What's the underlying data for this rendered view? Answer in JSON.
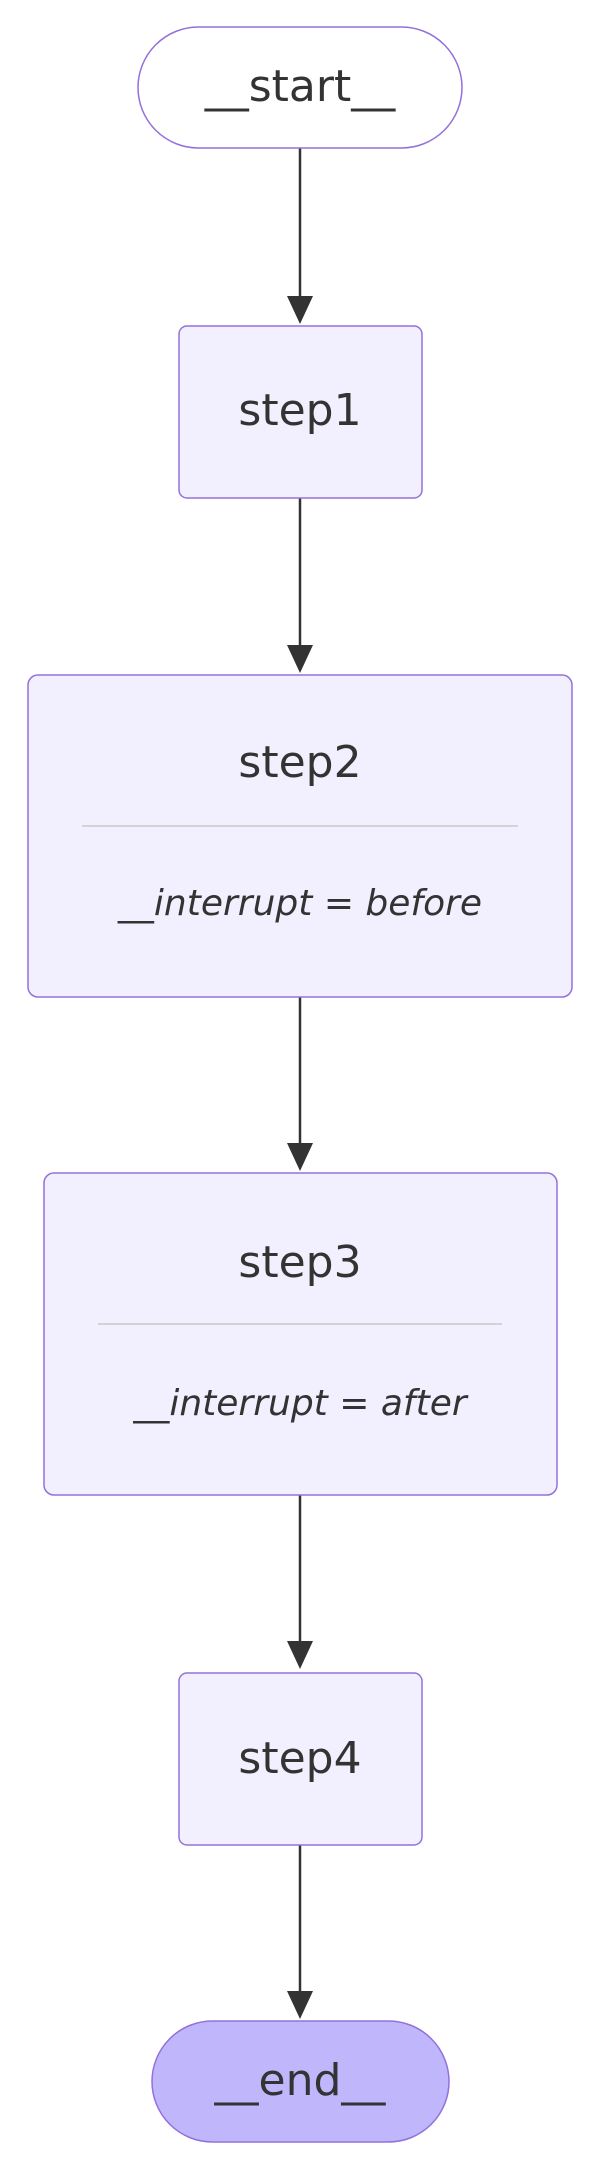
{
  "diagram": {
    "type": "flowchart",
    "orientation": "top-down",
    "colors": {
      "node_fill": "#f2f0ff",
      "node_stroke": "#9370db",
      "start_fill": "#ffffff",
      "end_fill": "#bfb6fc",
      "edge_color": "#333333",
      "text_color": "#333333",
      "divider_color": "#d3d3d3"
    },
    "nodes": {
      "start": {
        "label": "__start__",
        "shape": "stadium"
      },
      "step1": {
        "label": "step1",
        "shape": "rectangle"
      },
      "step2": {
        "label": "step2",
        "note": "__interrupt = before",
        "shape": "rectangle"
      },
      "step3": {
        "label": "step3",
        "note": "__interrupt = after",
        "shape": "rectangle"
      },
      "step4": {
        "label": "step4",
        "shape": "rectangle"
      },
      "end": {
        "label": "__end__",
        "shape": "stadium"
      }
    },
    "edges": [
      {
        "from": "__start__",
        "to": "step1"
      },
      {
        "from": "step1",
        "to": "step2"
      },
      {
        "from": "step2",
        "to": "step3"
      },
      {
        "from": "step3",
        "to": "step4"
      },
      {
        "from": "step4",
        "to": "__end__"
      }
    ]
  }
}
